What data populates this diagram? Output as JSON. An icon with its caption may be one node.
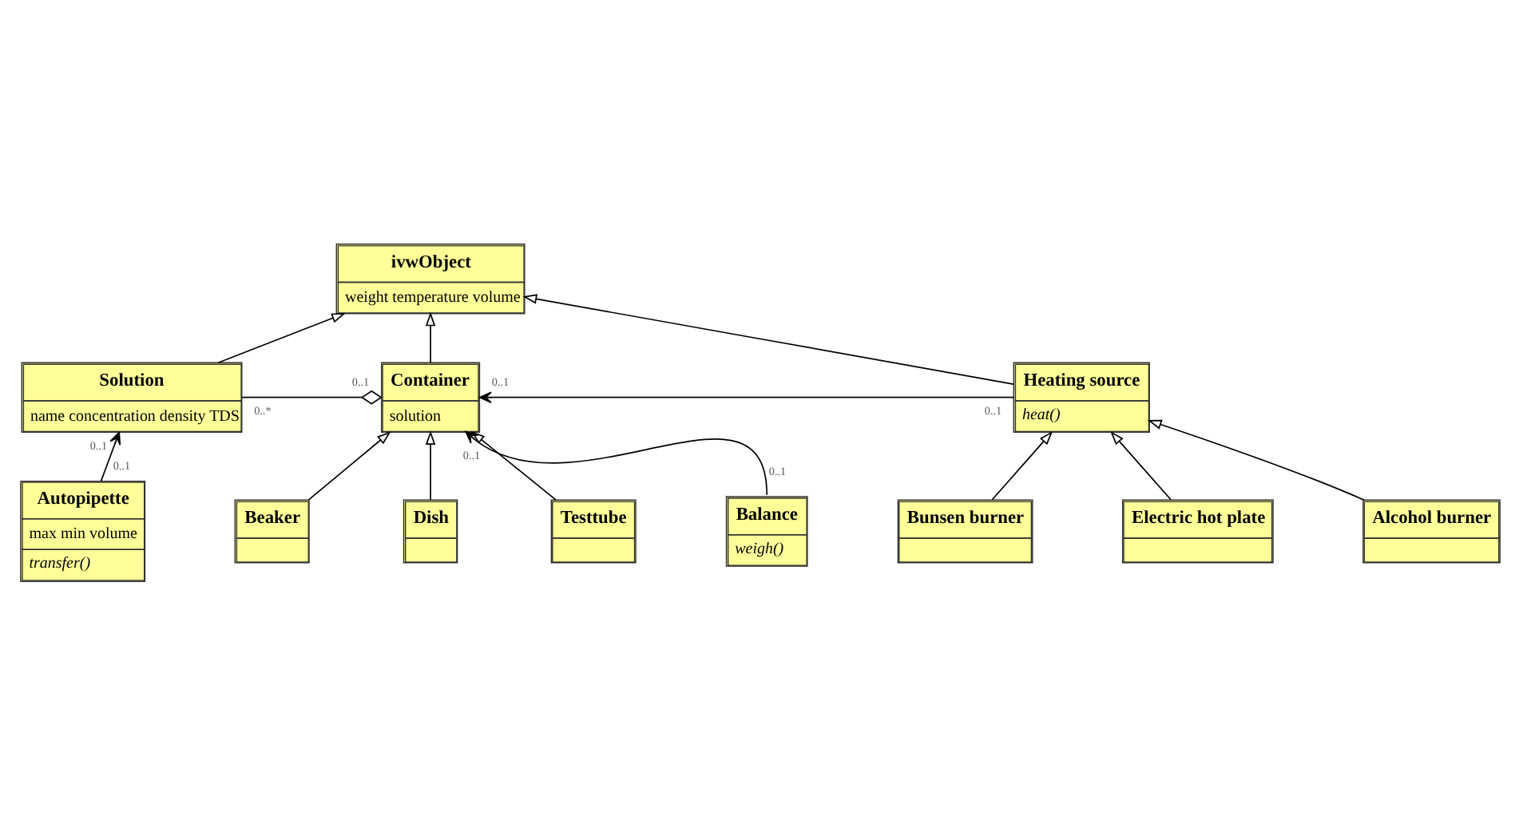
{
  "diagram": {
    "nodes": [
      {
        "text": [
          "ivwObject",
          "weight temperature volume"
        ]
      },
      {
        "text": [
          "Solution",
          "name concentration density TDS"
        ]
      },
      {
        "text": [
          "Container",
          "solution"
        ]
      },
      {
        "text": [
          "Heating source",
          "heat()"
        ]
      },
      {
        "text": [
          "Bunsen burner"
        ]
      },
      {
        "text": [
          "Electric hot plate"
        ]
      },
      {
        "text": [
          "Alcohol burner"
        ]
      },
      {
        "text": [
          "Autopipette",
          "max min volume",
          "transfer()"
        ]
      },
      {
        "text": [
          "Beaker"
        ]
      },
      {
        "text": [
          "Dish"
        ]
      },
      {
        "text": [
          "Testtube"
        ]
      },
      {
        "text": [
          "Balance",
          "weigh()"
        ]
      }
    ],
    "edges": [
      {
        "from": 1,
        "to": 0,
        "arrow": "to"
      },
      {
        "from": 2,
        "to": 0,
        "arrow": "to"
      },
      {
        "from": 3,
        "to": 0,
        "arrow": "to"
      },
      {
        "from": 4,
        "to": 3,
        "arrow": "to"
      },
      {
        "from": 5,
        "to": 3,
        "arrow": "to"
      },
      {
        "from": 6,
        "to": 3,
        "arrow": "to"
      },
      {
        "from": 8,
        "to": 2,
        "arrow": "to"
      },
      {
        "from": 9,
        "to": 2,
        "arrow": "to"
      },
      {
        "from": 10,
        "to": 2,
        "arrow": "to"
      },
      {
        "from": 1,
        "to": 2,
        "arrow": "other"
      },
      {
        "from": 3,
        "to": 2,
        "arrow": "to"
      },
      {
        "from": 11,
        "to": 2,
        "arrow": "to"
      },
      {
        "from": 7,
        "to": 1,
        "arrow": "to"
      }
    ],
    "labels": [
      "0..1",
      "0..1",
      "0..1",
      "0..1",
      "0..*",
      "0..1",
      "0..1",
      "0..1"
    ]
  }
}
